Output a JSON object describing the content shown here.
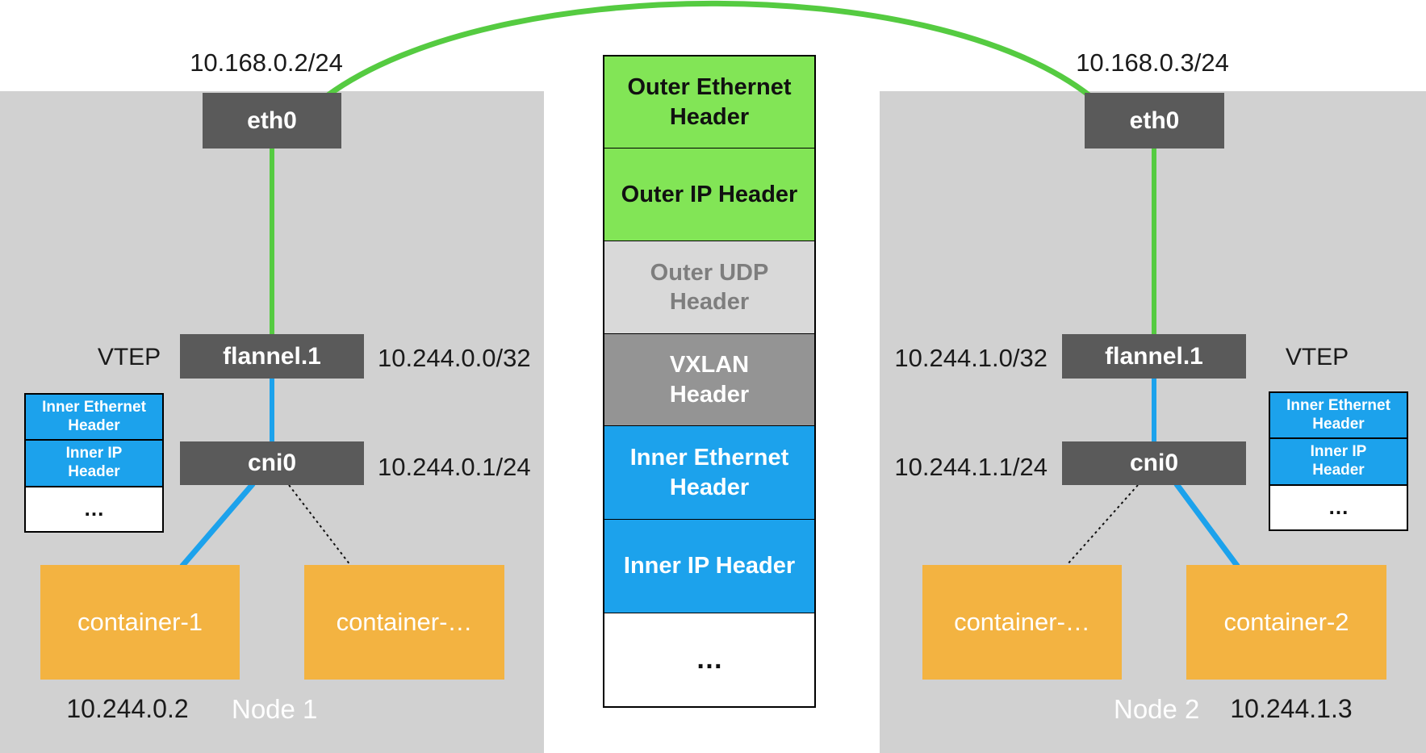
{
  "nodes": [
    {
      "name": "Node 1",
      "eth": {
        "label": "eth0",
        "ip": "10.168.0.2/24"
      },
      "vtep_label": "VTEP",
      "flannel": {
        "label": "flannel.1",
        "ip": "10.244.0.0/32"
      },
      "cni": {
        "label": "cni0",
        "ip": "10.244.0.1/24"
      },
      "containers": [
        {
          "label": "container-1",
          "ip": "10.244.0.2"
        },
        {
          "label": "container-…"
        }
      ],
      "inner_packet": {
        "rows": [
          {
            "label": "Inner Ethernet\nHeader"
          },
          {
            "label": "Inner IP\nHeader"
          },
          {
            "label": "…"
          }
        ]
      }
    },
    {
      "name": "Node 2",
      "eth": {
        "label": "eth0",
        "ip": "10.168.0.3/24"
      },
      "vtep_label": "VTEP",
      "flannel": {
        "label": "flannel.1",
        "ip": "10.244.1.0/32"
      },
      "cni": {
        "label": "cni0",
        "ip": "10.244.1.1/24"
      },
      "containers": [
        {
          "label": "container-…"
        },
        {
          "label": "container-2",
          "ip": "10.244.1.3"
        }
      ],
      "inner_packet": {
        "rows": [
          {
            "label": "Inner Ethernet\nHeader"
          },
          {
            "label": "Inner IP\nHeader"
          },
          {
            "label": "…"
          }
        ]
      }
    }
  ],
  "packet_stack": {
    "rows": [
      {
        "label": "Outer Ethernet\nHeader",
        "bg": "#82e556",
        "fg": "#111111"
      },
      {
        "label": "Outer IP Header",
        "bg": "#82e556",
        "fg": "#111111"
      },
      {
        "label": "Outer UDP\nHeader",
        "bg": "#d9d9d9",
        "fg": "#7e7e7e"
      },
      {
        "label": "VXLAN\nHeader",
        "bg": "#949494",
        "fg": "#ffffff"
      },
      {
        "label": "Inner Ethernet\nHeader",
        "bg": "#1ca2ec",
        "fg": "#ffffff"
      },
      {
        "label": "Inner IP Header",
        "bg": "#1ca2ec",
        "fg": "#ffffff"
      },
      {
        "label": "…",
        "bg": "#ffffff",
        "fg": "#111111"
      }
    ]
  },
  "colors": {
    "node_background": "#d1d1d1",
    "device_background": "#5a5a5a",
    "green_line": "#55cb41",
    "green_header": "#82e556",
    "blue": "#1ca2ec",
    "orange_container": "#f3b341",
    "udp_gray": "#d9d9d9",
    "vxlan_gray": "#949494",
    "white": "#ffffff"
  }
}
